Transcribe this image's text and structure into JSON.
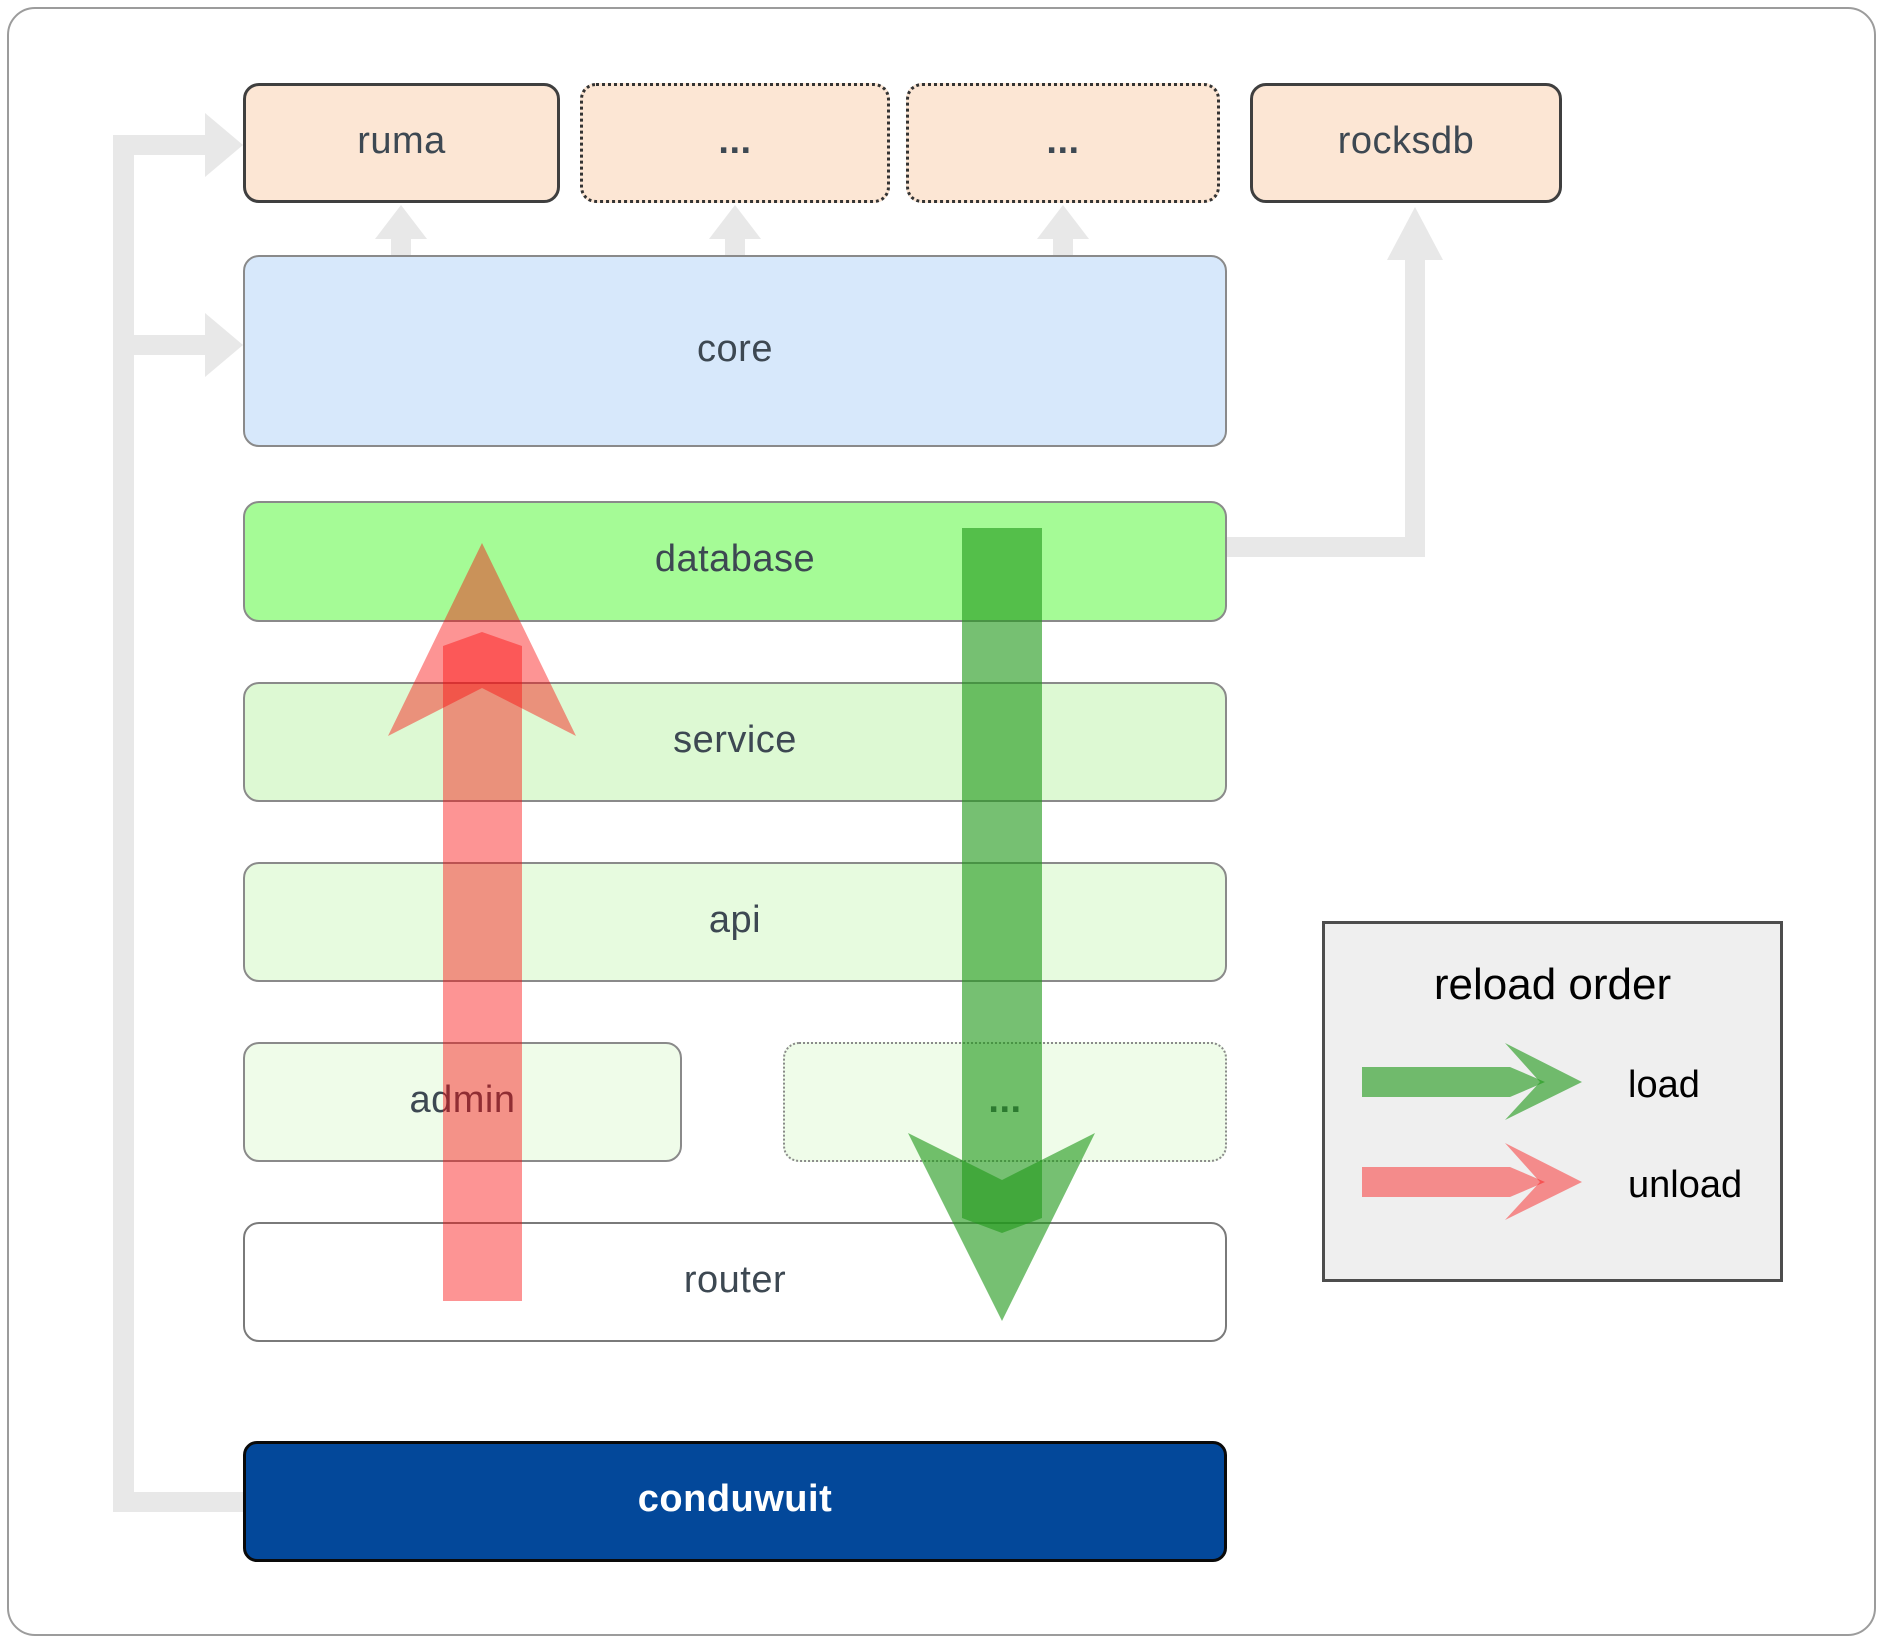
{
  "nodes": {
    "ruma": "ruma",
    "extension_1": "...",
    "extension_2": "...",
    "rocksdb": "rocksdb",
    "core": "core",
    "database": "database",
    "service": "service",
    "api": "api",
    "admin": "admin",
    "service_module": "...",
    "router": "router",
    "conduwuit": "conduwuit"
  },
  "legend": {
    "title": "reload order",
    "load_label": "load",
    "unload_label": "unload"
  },
  "arrows": {
    "load": {
      "direction": "down",
      "color": "#22991c"
    },
    "unload": {
      "direction": "up",
      "color": "#fb0b0b"
    },
    "dependency_color": "#e8e8e8"
  },
  "colors": {
    "external_box": "#fce6d4",
    "core_box": "#d7e8fb",
    "database_box": "#a5fb96",
    "service_box": "#ddf9d3",
    "api_box": "#e7fbdf",
    "admin_box": "#effce9",
    "router_box": "#ffffff",
    "conduwuit_box": "#03489a",
    "legend_bg": "#efefef"
  }
}
